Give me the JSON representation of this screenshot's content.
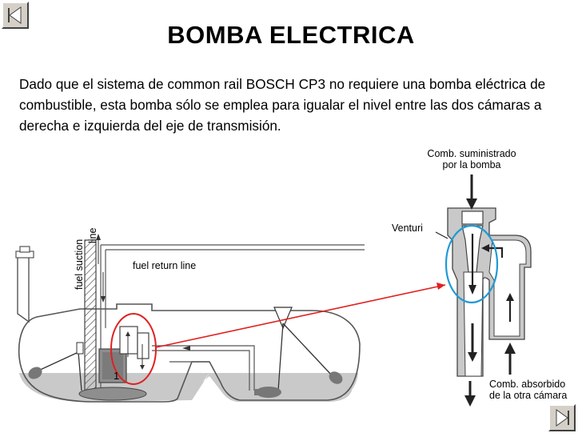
{
  "slide": {
    "title": "BOMBA ELECTRICA",
    "description": "Dado que el sistema de common rail BOSCH CP3 no requiere una bomba eléctrica de combustible, esta bomba sólo se emplea para igualar el nivel entre las dos cámaras a derecha e izquierda del eje de transmisión."
  },
  "diagram": {
    "labels": {
      "fuel_suction": "fuel suction",
      "line": "line",
      "fuel_return": "fuel return line",
      "part_number": "1",
      "supplied_line1": "Comb. suministrado",
      "supplied_line2": "por la bomba",
      "venturi": "Venturi",
      "absorbed_line1": "Comb. absorbido",
      "absorbed_line2": "de la otra cámara"
    },
    "colors": {
      "highlight_red": "#e02020",
      "highlight_blue": "#1f9ad6",
      "fuel_gray": "#c9c9c9",
      "part_gray": "#8e8e8e"
    }
  },
  "navigation": {
    "back_icon": "back-arrow-icon",
    "forward_icon": "forward-arrow-icon"
  }
}
